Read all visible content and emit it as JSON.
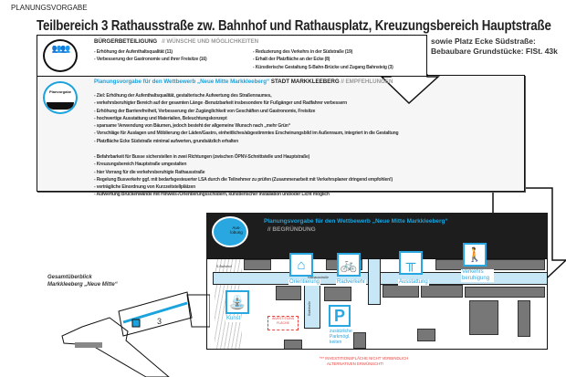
{
  "page_label": "PLANUNGSVORGABE",
  "title": "Teilbereich 3 Rathausstraße zw. Bahnhof und Rathausplatz, Kreuzungsbereich Hauptstraße",
  "side_note": [
    "sowie Platz Ecke Südstraße:",
    "Bebaubare Grundstücke: FlSt. 43k"
  ],
  "buergerbeteiligung": {
    "logo_text": "Markkleeberg",
    "heading": "BÜRGERBETEILIGUNG",
    "subheading": "// WÜNSCHE UND MÖGLICHKEITEN",
    "col1": [
      "- Erhöhung der Aufenthaltsqualität (11)",
      "- Verbesserung der Gastronomie und ihrer Freisitze (16)"
    ],
    "col2": [
      "- Reduzierung des Verkehrs in der Südstraße (19)",
      "- Erhalt der Platzfläche an der Ecke (8)",
      "- Künstlerische Gestaltung S-Bahn-Brücke und Zugang Bahnsteig (3)"
    ]
  },
  "empfehlungen": {
    "logo_text": "Planvorgabe",
    "heading_blue": "Planungsvorgabe für den Wettbewerb „Neue Mitte Markkleeberg“",
    "heading_dark": "STADT MARKKLEEBERG",
    "subheading": "// EMPFEHLUNGEN",
    "group1": [
      "- Ziel: Erhöhung der Aufenthaltsqualität, gestalterische Aufwertung des Straßenraumes,",
      "- verkehrsberuhigter Bereich auf der gesamten Länge -Benutzbarkeit insbesondere für Fußgänger und Radfahrer verbessern",
      "- Erhöhung der Barrierefreiheit, Verbesserung der Zugänglichkeit von Geschäften und Gastronomie, Freisitze",
      "- hochwertige Ausstattung und Materialien, Beleuchtungskonzept",
      "- sparsame Verwendung von Bäumen, jedoch besteht der allgemeine Wunsch nach „mehr Grün“",
      "- Vorschläge für Auslagen und Möblierung der Läden/Gastro, einheitliches/abgestimmtes Erscheinungsbild im Außenraum, integriert in die Gestaltung",
      "- Platzfläche Ecke Südstraße minimal aufwerten, grundsätzlich erhalten"
    ],
    "group2": [
      "- Befahrbarkeit für Busse sicherstellen in zwei Richtungen (zwischen ÖPNV-Schnittstelle und Hauptstraße)",
      "- Kreuzungsbereich Hauptstraße umgestalten",
      "- hier Vorrang für die verkehrsberuhigte Rathausstraße",
      "- Regelung Busverkehr ggf. mit bedarfsgesteuerter LSA durch die Teilnehmer zu prüfen (Zusammenarbeit mit Verkehrsplaner dringend empfohlen!)",
      "- verträgliche Einordnung von Kurzzeitstellplätzen",
      "- Aufwertung Brückenwände mit Hinweis-/Orientierungsschildern, künstlerischer Installation und/oder Licht möglich"
    ]
  },
  "begruendung": {
    "logo_text": "Aus-lobung",
    "heading": "Planungsvorgabe für den Wettbewerb „Neue Mitte Markkleeberg“",
    "subheading": "// BEGRÜNDUNG"
  },
  "map": {
    "icons": [
      {
        "name": "orientation-icon",
        "label": "Orientierung"
      },
      {
        "name": "bicycle-icon",
        "label": "Radverkehr"
      },
      {
        "name": "table-icon",
        "label": "Ausstattung"
      },
      {
        "name": "pedestrian-icon",
        "label": "Verkehrs beruhigung"
      },
      {
        "name": "fountain-icon",
        "label": "Kunst"
      },
      {
        "name": "parking-icon",
        "label": "zusätzliche Parkmögl. keiten",
        "glyph": "P"
      }
    ],
    "street_labels": [
      "Rathausstraße",
      "Südstraße",
      "S-Bahnhof"
    ],
    "investment_area": "INVESTITIONS FLÄCHE",
    "footnote": [
      "*** INVESTITIONSFLÄCHE NICHT VERBINDLICH",
      "ALTERNATIVEN ERWÜNSCHT!"
    ]
  },
  "overview": {
    "title": [
      "Gesamtüberblick",
      "Markkleeberg „Neue Mitte“"
    ],
    "area_number": "3"
  },
  "colors": {
    "accent_blue": "#1aa3dc",
    "dark_panel": "#1d1d1d",
    "road": "#c7e6f6",
    "warning_red": "#e8413c"
  }
}
